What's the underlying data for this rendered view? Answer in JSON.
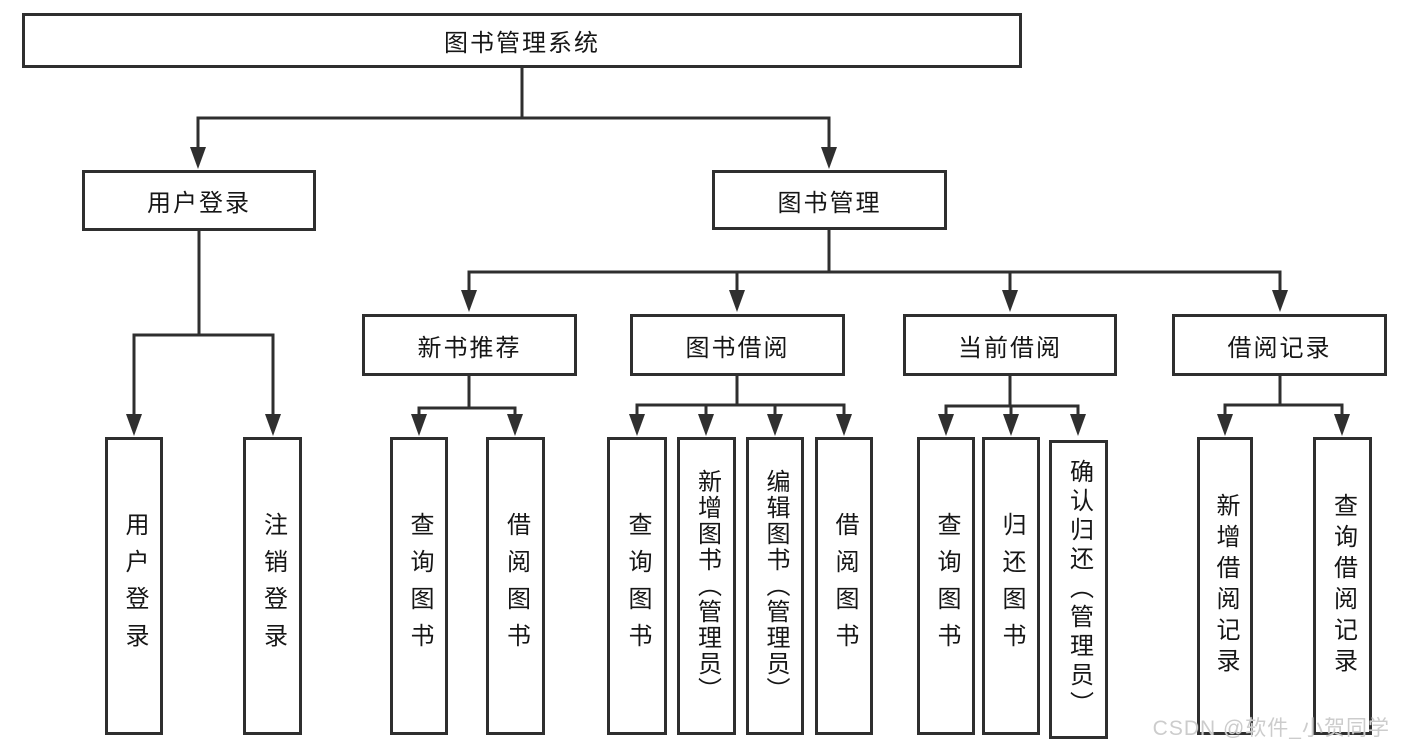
{
  "colors": {
    "line": "#2f2f2f",
    "text": "#161616",
    "bg": "#ffffff",
    "watermark": "#cccccc"
  },
  "watermark": {
    "text": "CSDN @软件_小贺同学"
  },
  "diagram": {
    "root": {
      "label": "图书管理系统",
      "children": [
        {
          "label": "用户登录",
          "children": [
            {
              "label": "用户登录"
            },
            {
              "label": "注销登录"
            }
          ]
        },
        {
          "label": "图书管理",
          "children": [
            {
              "label": "新书推荐",
              "children": [
                {
                  "label": "查询图书"
                },
                {
                  "label": "借阅图书"
                }
              ]
            },
            {
              "label": "图书借阅",
              "children": [
                {
                  "label": "查询图书"
                },
                {
                  "label": "新增图书（管理员）"
                },
                {
                  "label": "编辑图书（管理员）"
                },
                {
                  "label": "借阅图书"
                }
              ]
            },
            {
              "label": "当前借阅",
              "children": [
                {
                  "label": "查询图书"
                },
                {
                  "label": "归还图书"
                },
                {
                  "label": "确认归还（管理员）"
                }
              ]
            },
            {
              "label": "借阅记录",
              "children": [
                {
                  "label": "新增借阅记录"
                },
                {
                  "label": "查询借阅记录"
                }
              ]
            }
          ]
        }
      ]
    }
  }
}
